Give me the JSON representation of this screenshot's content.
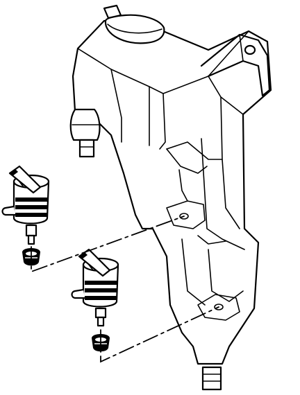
{
  "diagram": {
    "parts": [
      {
        "id": "reservoir",
        "icon": "washer-reservoir-icon"
      },
      {
        "id": "filler-cap",
        "icon": "cap-icon"
      },
      {
        "id": "pump-upper",
        "icon": "washer-pump-icon"
      },
      {
        "id": "pump-lower",
        "icon": "washer-pump-icon"
      },
      {
        "id": "grommet-upper",
        "icon": "grommet-icon"
      },
      {
        "id": "grommet-lower",
        "icon": "grommet-icon"
      }
    ],
    "colors": {
      "line": "#000000",
      "background": "#ffffff"
    }
  }
}
